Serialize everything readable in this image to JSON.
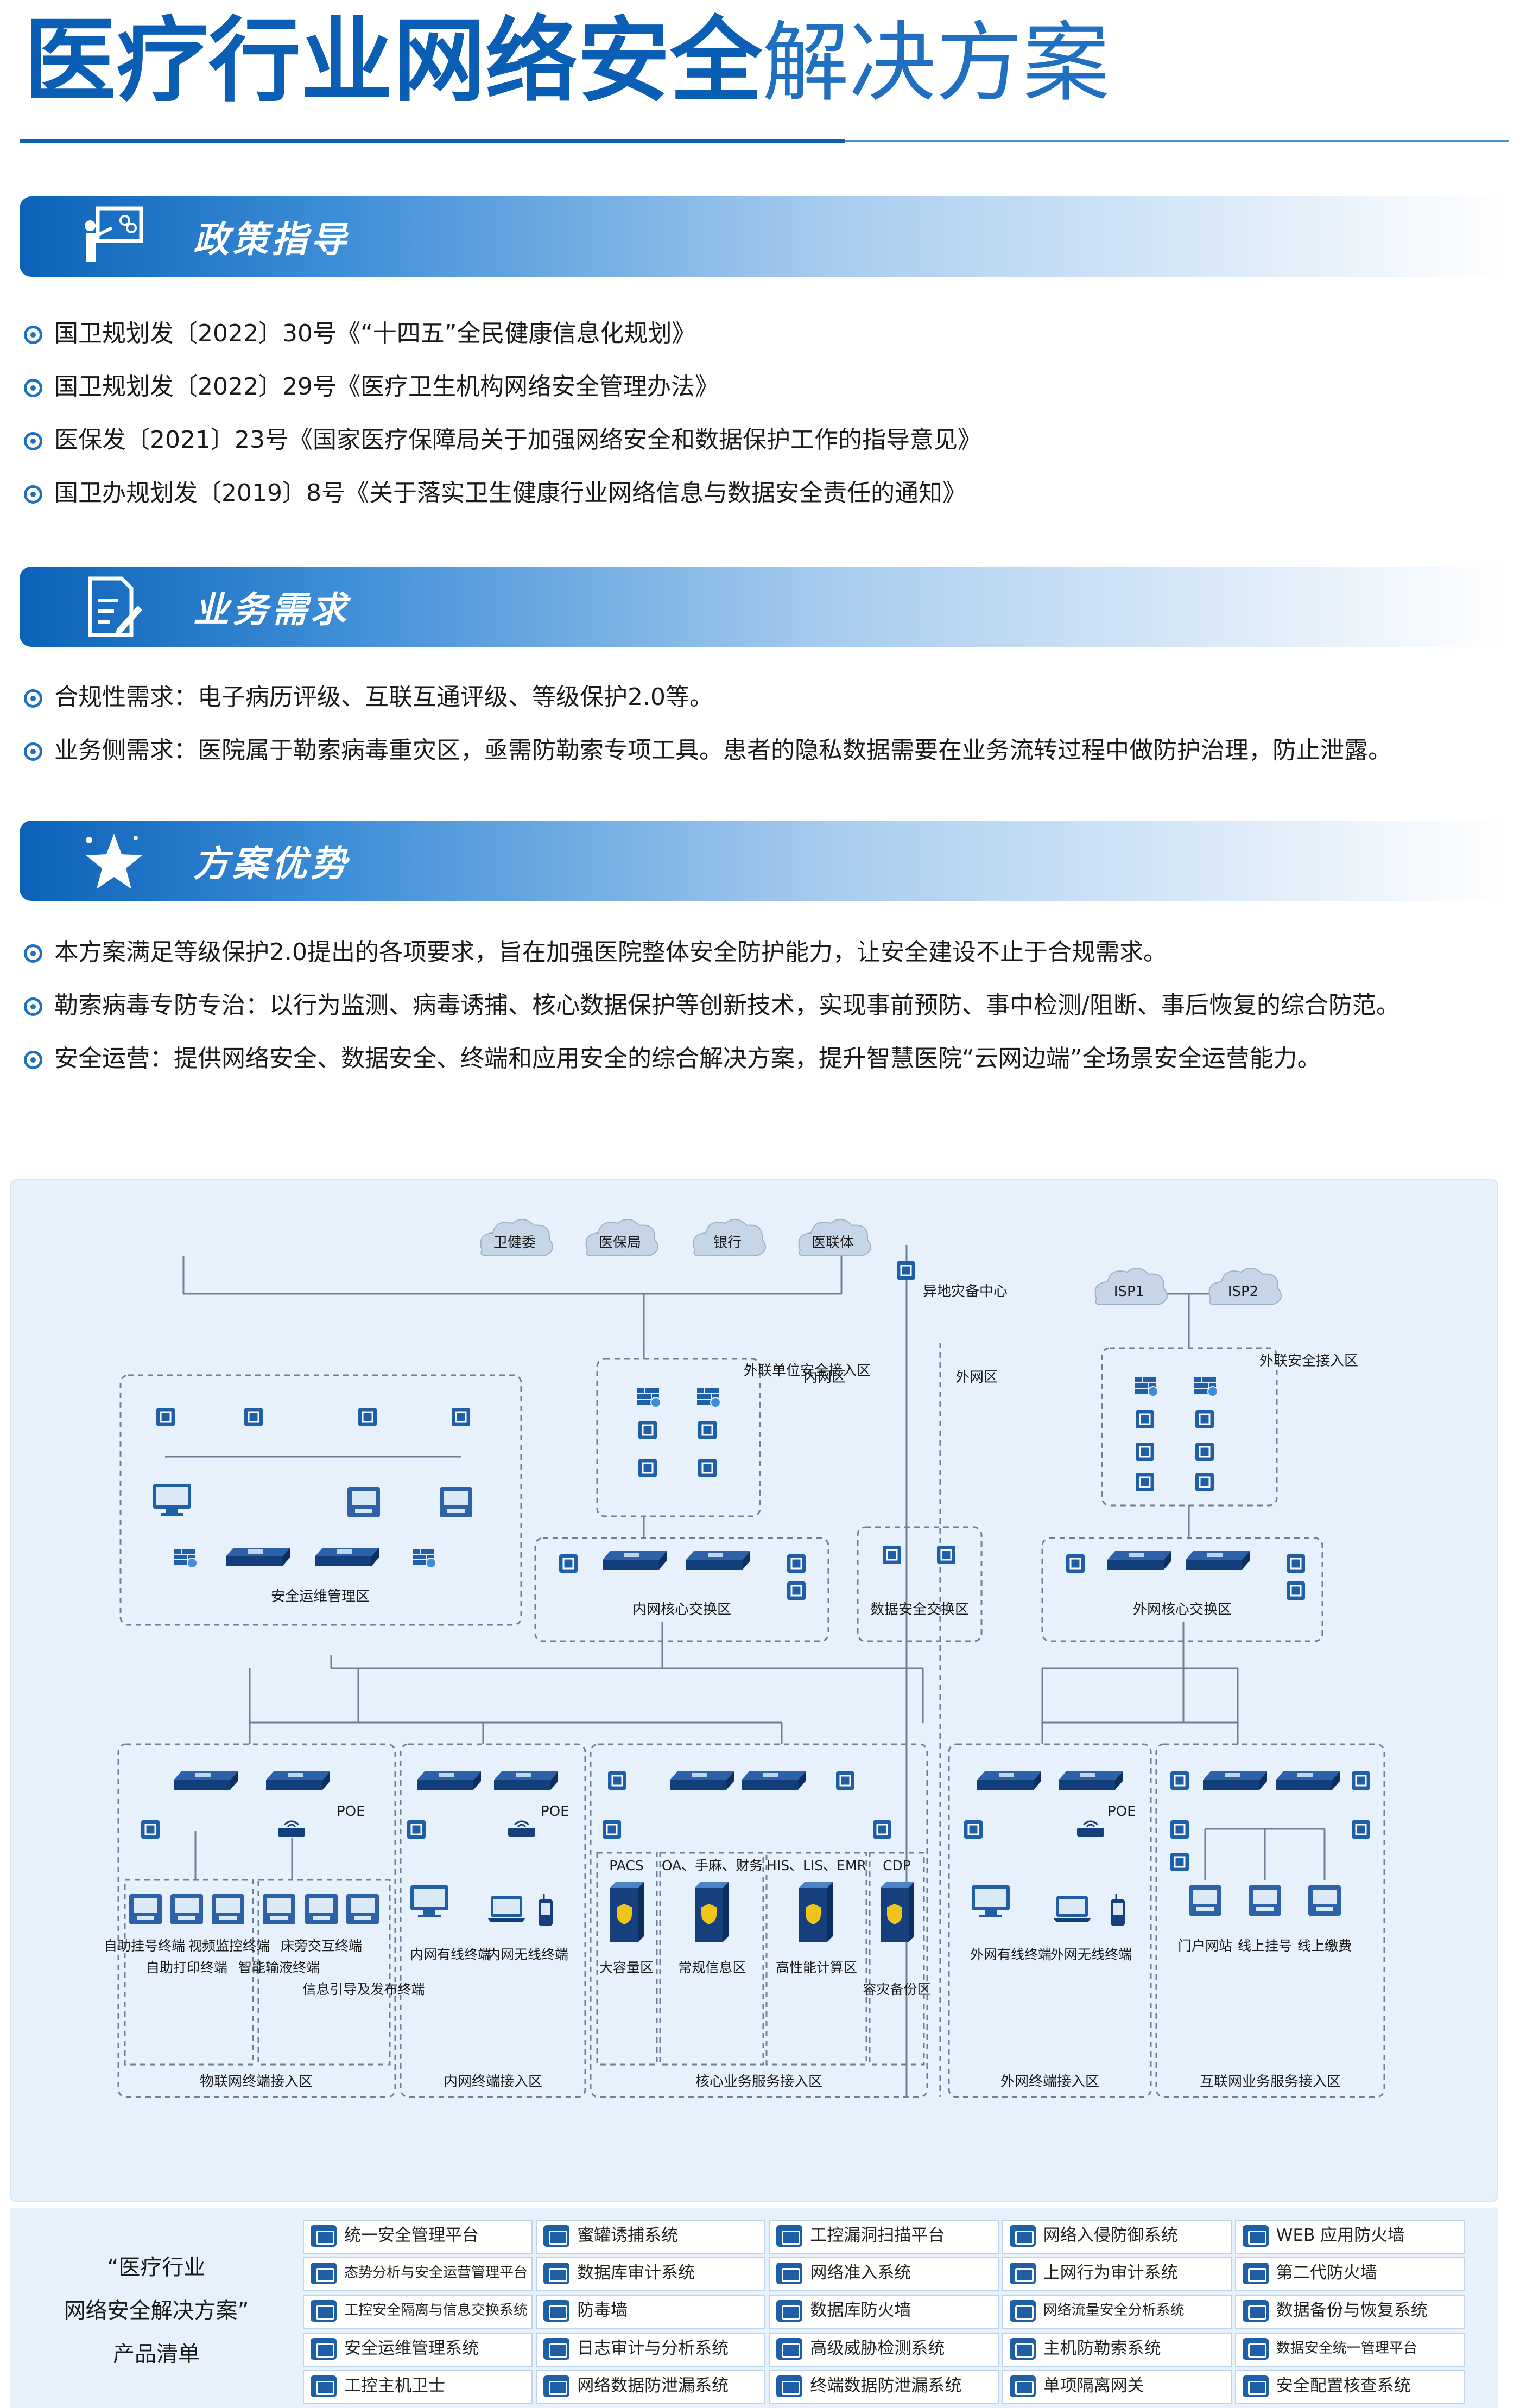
{
  "title": {
    "bold": "医疗行业网络安全",
    "light": "解决方案"
  },
  "sections": [
    {
      "title": "政策指导",
      "items": [
        "国卫规划发〔2022〕30号《“十四五”全民健康信息化规划》",
        "国卫规划发〔2022〕29号《医疗卫生机构网络安全管理办法》",
        "医保发〔2021〕23号《国家医疗保障局关于加强网络安全和数据保护工作的指导意见》",
        "国卫办规划发〔2019〕8号《关于落实卫生健康行业网络信息与数据安全责任的通知》"
      ]
    },
    {
      "title": "业务需求",
      "items": [
        "合规性需求：电子病历评级、互联互通评级、等级保护2.0等。",
        "业务侧需求：医院属于勒索病毒重灾区，亟需防勒索专项工具。患者的隐私数据需要在业务流转过程中做防护治理，防止泄露。"
      ]
    },
    {
      "title": "方案优势",
      "items": [
        "本方案满足等级保护2.0提出的各项要求，旨在加强医院整体安全防护能力，让安全建设不止于合规需求。",
        "勒索病毒专防专治：以行为监测、病毒诱捕、核心数据保护等创新技术，实现事前预防、事中检测/阻断、事后恢复的综合防范。",
        "安全运营：提供网络安全、数据安全、终端和应用安全的综合解决方案，提升智慧医院“云网边端”全场景安全运营能力。"
      ]
    }
  ],
  "diagram": {
    "clouds": [
      "卫健委",
      "医保局",
      "银行",
      "医联体",
      "ISP1",
      "ISP2"
    ],
    "labels": {
      "disaster": "异地灾备中心",
      "inner": "内网区",
      "outer": "外网区",
      "ext_unit": "外联单位安全接入区",
      "ext_access": "外联安全接入区",
      "ops": "安全运维管理区",
      "core_in": "内网核心交换区",
      "data_ex": "数据安全交换区",
      "core_out": "外网核心交换区",
      "poe": "POE"
    },
    "zones": [
      {
        "name": "物联网终端接入区",
        "terms": [
          "自助挂号终端",
          "自助打印终端",
          "视频监控终端",
          "智能输液终端",
          "床旁交互终端",
          "信息引导及发布终端"
        ]
      },
      {
        "name": "内网终端接入区",
        "terms": [
          "内网有线终端",
          "内网无线终端"
        ]
      },
      {
        "name": "核心业务服务接入区",
        "heads": [
          "PACS",
          "OA、手麻、财务",
          "HIS、LIS、EMR",
          "CDP"
        ],
        "terms": [
          "大容量区",
          "常规信息区",
          "高性能计算区",
          "容灾备份区"
        ]
      },
      {
        "name": "外网终端接入区",
        "terms": [
          "外网有线终端",
          "外网无线终端"
        ]
      },
      {
        "name": "互联网业务服务接入区",
        "terms": [
          "门户网站",
          "线上挂号",
          "线上缴费"
        ]
      }
    ]
  },
  "products": {
    "title": [
      "“医疗行业",
      "网络安全解决方案”",
      "产品清单"
    ],
    "items": [
      "统一安全管理平台",
      "蜜罐诱捕系统",
      "工控漏洞扫描平台",
      "网络入侵防御系统",
      "WEB 应用防火墙",
      "态势分析与安全运营管理平台",
      "数据库审计系统",
      "网络准入系统",
      "上网行为审计系统",
      "第二代防火墙",
      "工控安全隔离与信息交换系统",
      "防毒墙",
      "数据库防火墙",
      "网络流量安全分析系统",
      "数据备份与恢复系统",
      "安全运维管理系统",
      "日志审计与分析系统",
      "高级威胁检测系统",
      "主机防勒索系统",
      "数据安全统一管理平台",
      "工控主机卫士",
      "网络数据防泄漏系统",
      "终端数据防泄漏系统",
      "单项隔离网关",
      "安全配置核查系统"
    ]
  }
}
